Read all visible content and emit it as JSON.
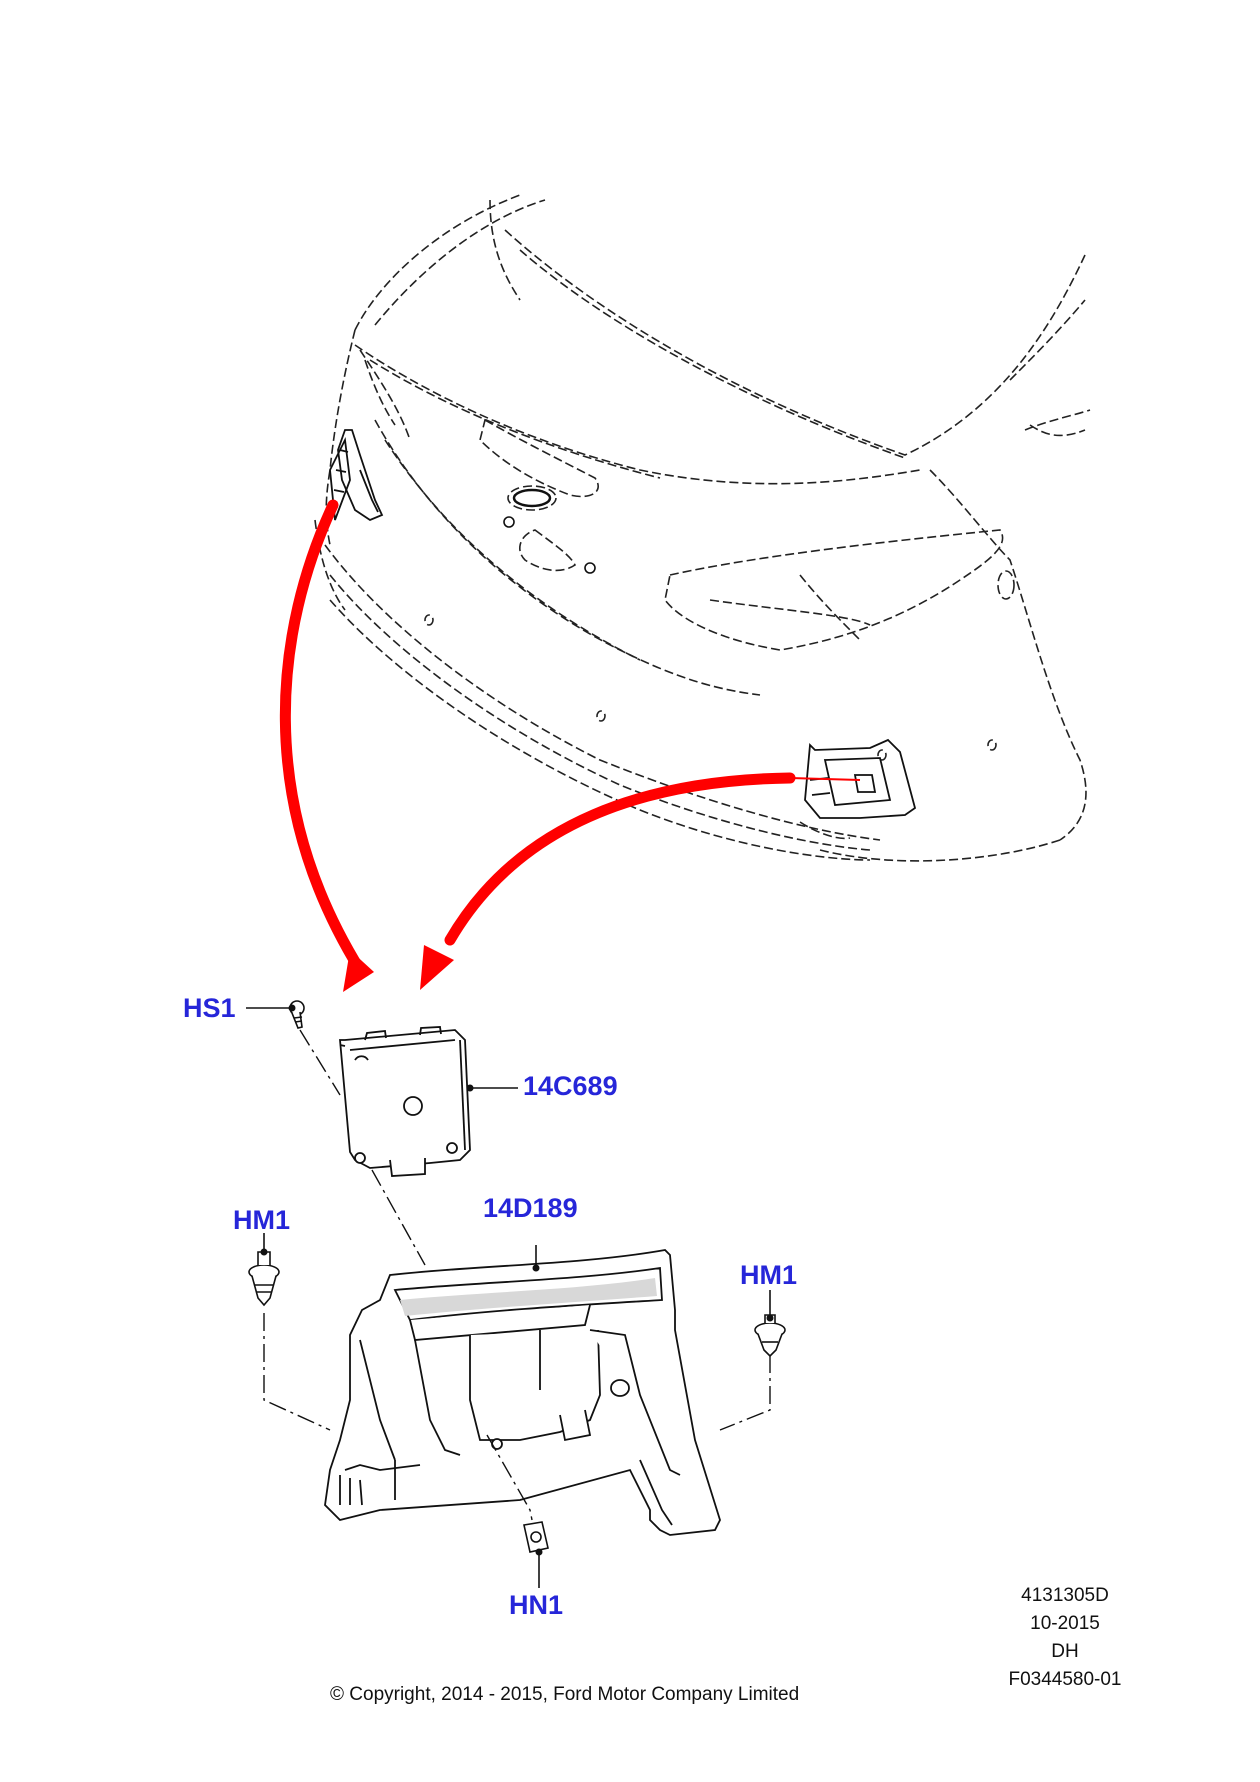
{
  "callouts": {
    "hs1": "HS1",
    "module": "14C689",
    "bracket": "14D189",
    "hm1_left": "HM1",
    "hm1_right": "HM1",
    "hn1": "HN1"
  },
  "drawing_info": {
    "number": "4131305D",
    "date": "10-2015",
    "initials": "DH",
    "figure_id": "F0344580-01"
  },
  "copyright": "© Copyright, 2014 - 2015, Ford Motor Company Limited",
  "colors": {
    "callout": "#2626d9",
    "arrow": "#ff0000",
    "line": "#111111"
  }
}
